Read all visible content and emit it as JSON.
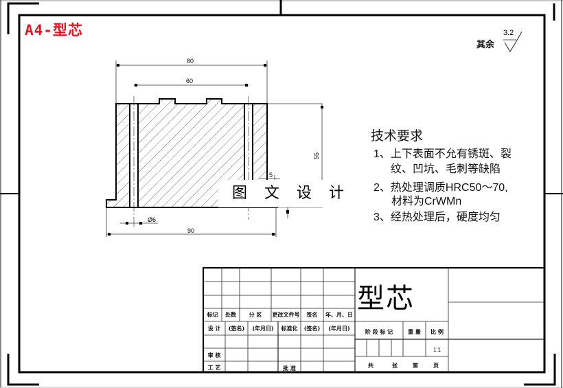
{
  "sheet": {
    "format_label": "A4-型芯",
    "surface_roughness": {
      "prefix": "其余",
      "value": "3.2"
    }
  },
  "drawing": {
    "dimensions": {
      "overall_top_width": "80",
      "inner_width": "60",
      "height": "55",
      "step": "5",
      "hole_diameter": "Ø6",
      "base_width": "90"
    },
    "watermark": "图 文 设 计"
  },
  "technical_requirements": {
    "title": "技术要求",
    "items": [
      {
        "number": "1、",
        "text_line1": "上下表面不允有锈斑、裂",
        "text_line2": "纹、凹坑、毛刺等缺陷"
      },
      {
        "number": "2、",
        "text_line1": "热处理调质HRC50～70,",
        "text_line2": "材料为CrWMn"
      },
      {
        "number": "3、",
        "text_line1": "经热处理后，硬度均匀",
        "text_line2": ""
      }
    ]
  },
  "title_block": {
    "part_name": "型芯",
    "revision_headers": [
      "标记",
      "处数",
      "分 区",
      "更改文件号",
      "签名",
      "年、月、日"
    ],
    "design_row": [
      "设 计",
      "(签名)",
      "(年月日)",
      "标准化",
      "(签名)",
      "(年月日)"
    ],
    "review_label": "审 核",
    "process_label": "工 艺",
    "approve_label": "批 准",
    "stage_mark_label": "阶 段 标 记",
    "weight_label": "重 量",
    "scale_label": "比 例",
    "scale_value": "1:1",
    "sheets_total_label": "共",
    "sheets_unit_label": "张",
    "sheet_num_label": "第",
    "sheet_num_unit": "页"
  }
}
